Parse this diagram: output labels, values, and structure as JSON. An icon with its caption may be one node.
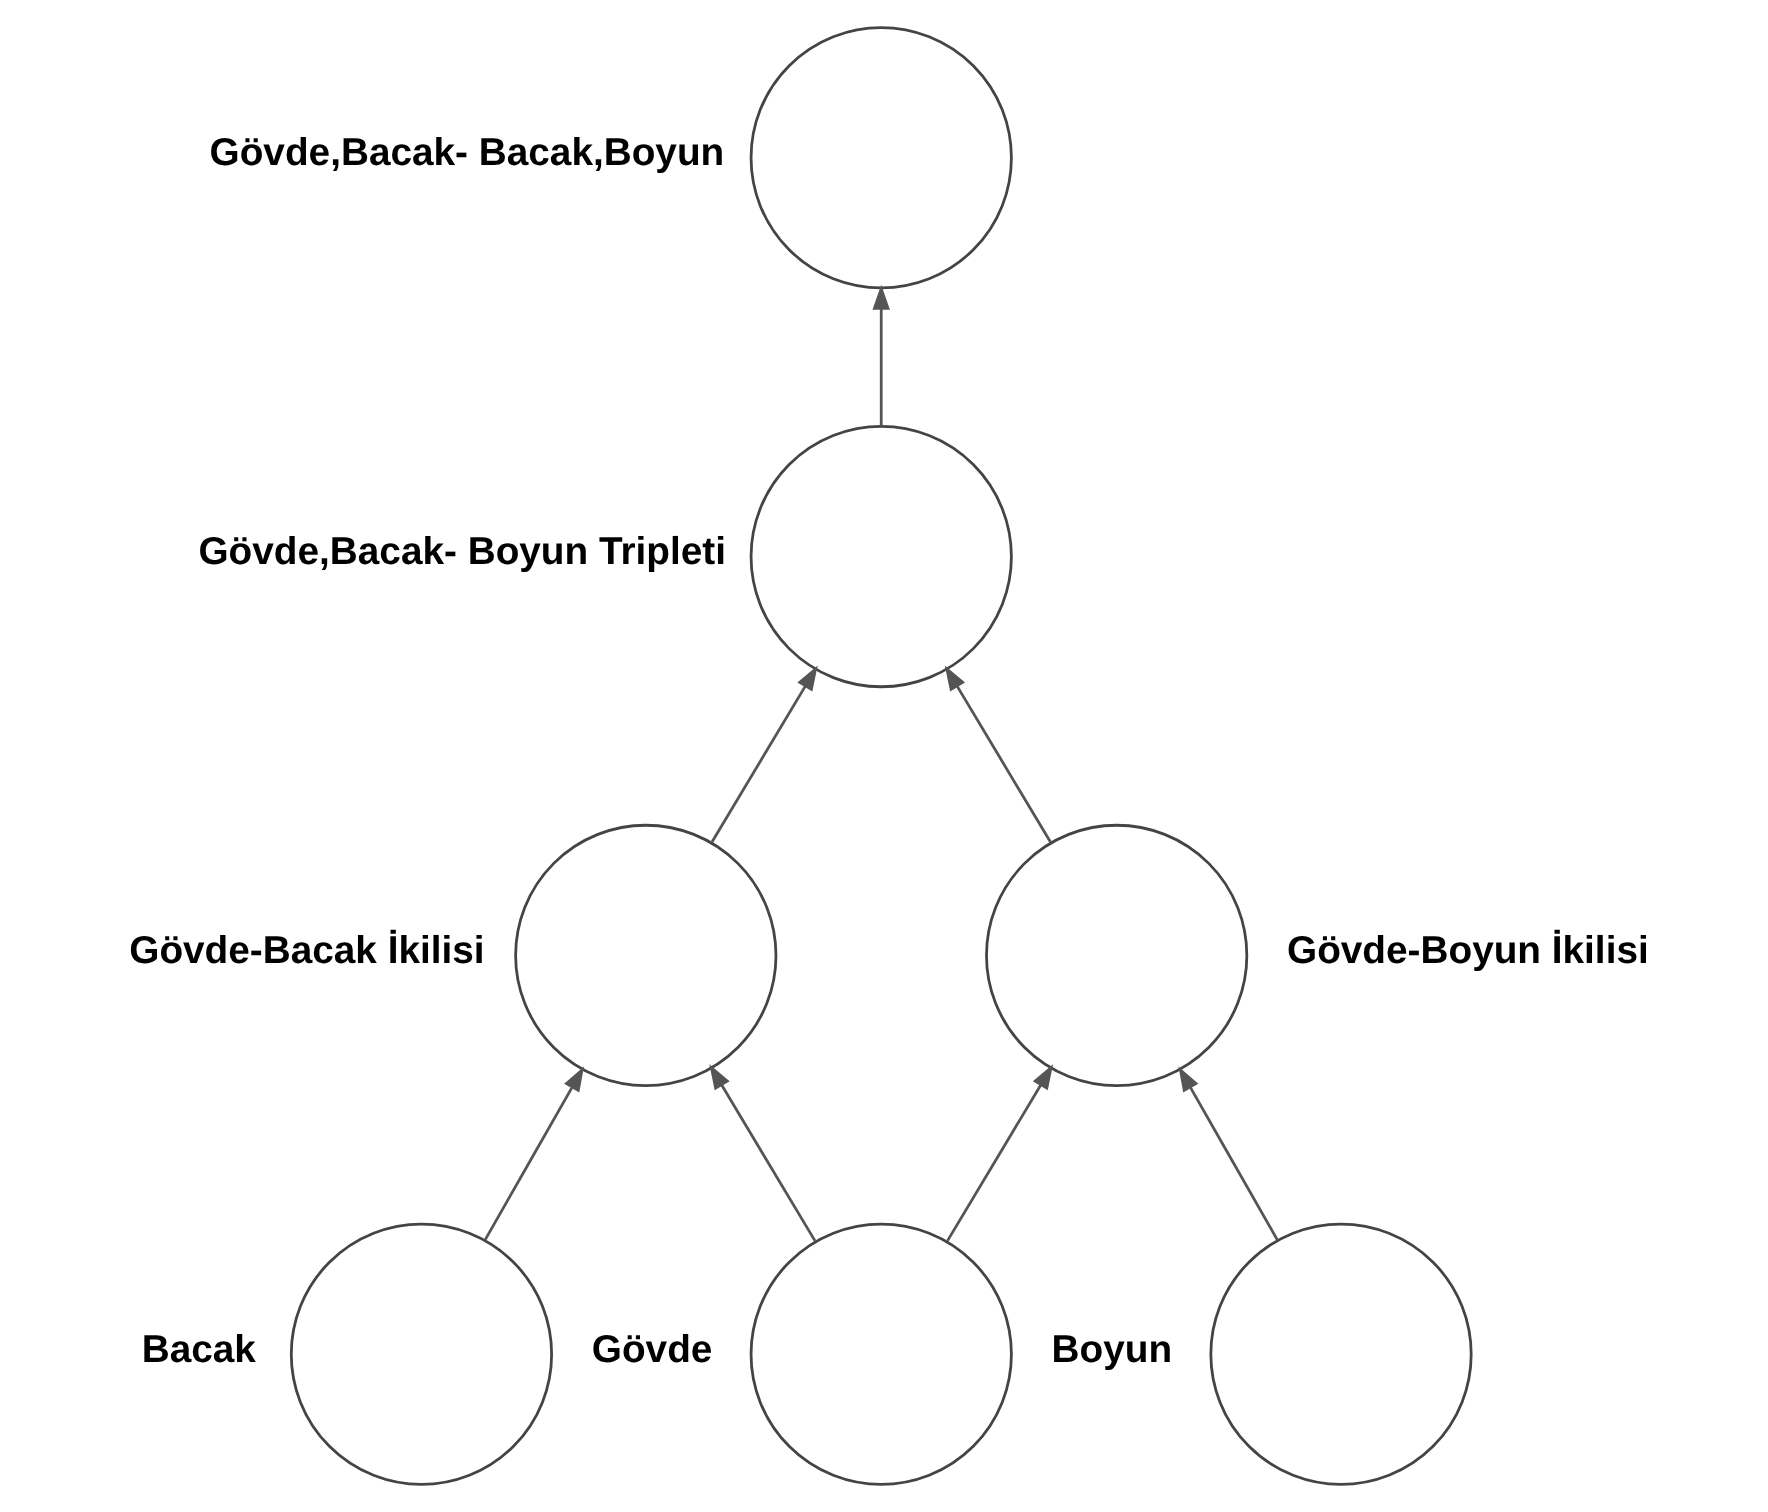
{
  "diagram": {
    "nodes": [
      {
        "text": [],
        "shape": "circle",
        "beside": [
          "Gövde,Bacak- Bacak,Boyun"
        ]
      },
      {
        "text": [],
        "shape": "circle",
        "beside": [
          "Gövde,Bacak- Boyun Tripleti"
        ]
      },
      {
        "text": [],
        "shape": "circle",
        "beside": [
          "Gövde-Bacak İkilisi"
        ]
      },
      {
        "text": [],
        "shape": "circle",
        "beside": [
          "Gövde-Boyun İkilisi"
        ]
      },
      {
        "text": [],
        "shape": "circle",
        "beside": [
          "Bacak"
        ]
      },
      {
        "text": [],
        "shape": "circle",
        "beside": [
          "Gövde"
        ]
      },
      {
        "text": [],
        "shape": "circle",
        "beside": [
          "Boyun"
        ]
      }
    ],
    "edges": [
      {
        "from": 4,
        "to": 2,
        "arrow": "to"
      },
      {
        "from": 5,
        "to": 2,
        "arrow": "to"
      },
      {
        "from": 5,
        "to": 3,
        "arrow": "to"
      },
      {
        "from": 6,
        "to": 3,
        "arrow": "to"
      },
      {
        "from": 2,
        "to": 1,
        "arrow": "to"
      },
      {
        "from": 3,
        "to": 1,
        "arrow": "to"
      },
      {
        "from": 1,
        "to": 0,
        "arrow": "to"
      }
    ]
  }
}
